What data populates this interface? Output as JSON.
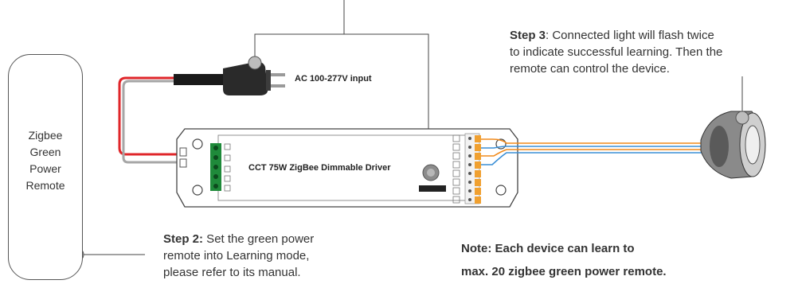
{
  "remote": {
    "label": "Zigbee\nGreen\nPower\nRemote"
  },
  "plug": {
    "label": "AC 100-277V input"
  },
  "driver": {
    "label": "CCT 75W ZigBee Dimmable Driver"
  },
  "step3": {
    "prefix": "Step 3",
    "lines": [
      ": Connected light will flash twice",
      "to indicate successful learning. Then the",
      "remote can control the device."
    ]
  },
  "step2": {
    "prefix": "Step 2:",
    "lines": [
      " Set the green power",
      "remote into Learning mode,",
      "please refer to its manual."
    ]
  },
  "note": {
    "lines": [
      "Note: Each device can learn to",
      "max. 20 zigbee green power remote."
    ]
  },
  "colors": {
    "wire_red": "#e0262a",
    "wire_gray": "#a6a6a6",
    "wire_blue": "#3a8fd6",
    "wire_orange": "#f08a1c",
    "terminal_green": "#1f8a3a",
    "terminal_orange": "#f0a030"
  }
}
